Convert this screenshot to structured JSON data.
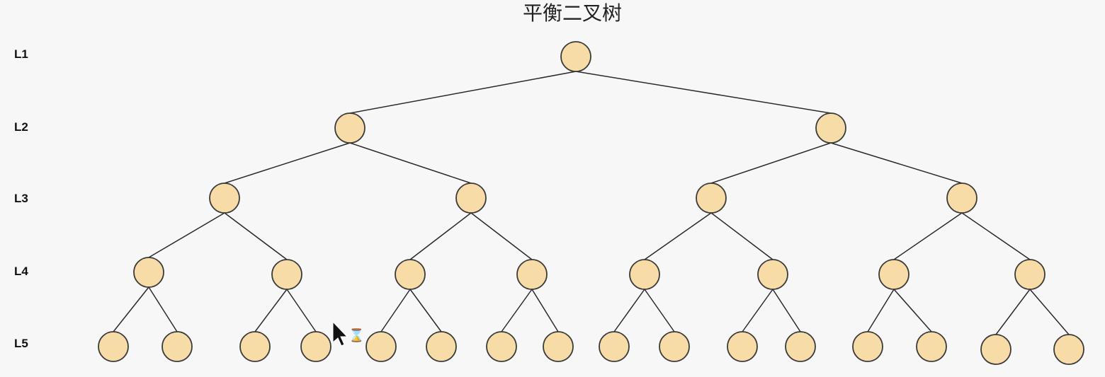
{
  "title": "平衡二叉树",
  "levels": [
    {
      "label": "L1"
    },
    {
      "label": "L2"
    },
    {
      "label": "L3"
    },
    {
      "label": "L4"
    },
    {
      "label": "L5"
    }
  ],
  "tree": {
    "depth": 5,
    "node_count": 31
  },
  "colors": {
    "node_fill": "#f8dca8",
    "node_stroke": "#3a3a3a",
    "edge": "#2a2a2a",
    "background": "#f7f7f7"
  },
  "icons": {
    "cursor": "mouse-pointer-arrow-icon",
    "busy": "hourglass-icon"
  }
}
